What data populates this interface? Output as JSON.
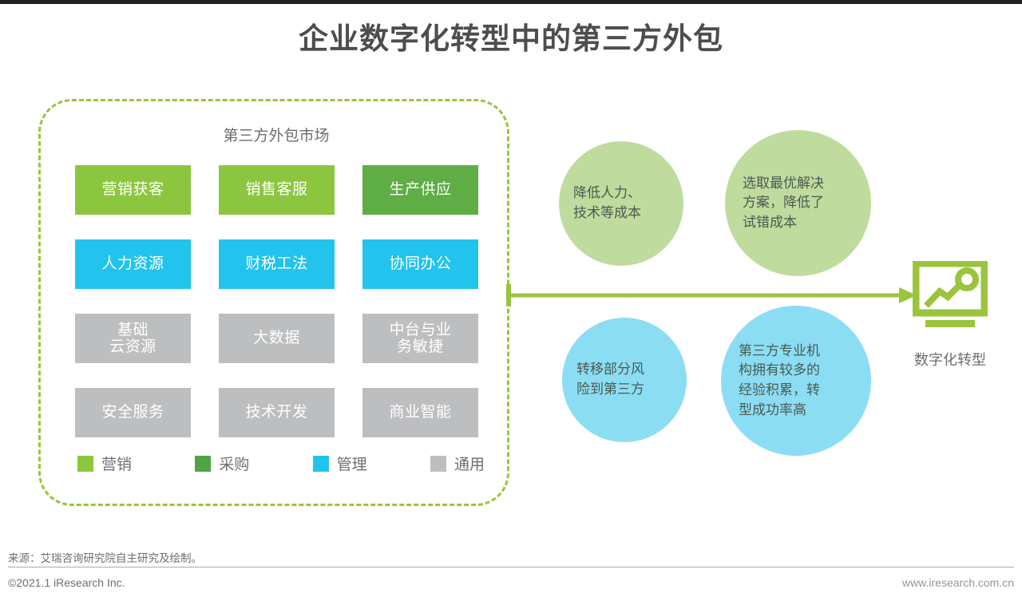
{
  "title": "企业数字化转型中的第三方外包",
  "panel": {
    "heading": "第三方外包市场",
    "categories": [
      {
        "label": "营销获客",
        "type": "marketing"
      },
      {
        "label": "销售客服",
        "type": "marketing"
      },
      {
        "label": "生产供应",
        "type": "procurement"
      },
      {
        "label": "人力资源",
        "type": "management"
      },
      {
        "label": "财税工法",
        "type": "management"
      },
      {
        "label": "协同办公",
        "type": "management"
      },
      {
        "label": "基础\n云资源",
        "type": "general"
      },
      {
        "label": "大数据",
        "type": "general"
      },
      {
        "label": "中台与业\n务敏捷",
        "type": "general"
      },
      {
        "label": "安全服务",
        "type": "general"
      },
      {
        "label": "技术开发",
        "type": "general"
      },
      {
        "label": "商业智能",
        "type": "general"
      }
    ],
    "legend": [
      {
        "label": "营销",
        "type": "marketing",
        "color": "#8cc63f"
      },
      {
        "label": "采购",
        "type": "procurement",
        "color": "#4fa346"
      },
      {
        "label": "管理",
        "type": "management",
        "color": "#22c3ed"
      },
      {
        "label": "通用",
        "type": "general",
        "color": "#bcbec0"
      }
    ]
  },
  "benefits": [
    {
      "id": "cost",
      "text": "降低人力、\n技术等成本",
      "color": "#bfdb9d"
    },
    {
      "id": "solution",
      "text": "选取最优解决\n方案，降低了\n试错成本",
      "color": "#bfdb9d"
    },
    {
      "id": "risk",
      "text": "转移部分风\n险到第三方",
      "color": "#8bddf3"
    },
    {
      "id": "experience",
      "text": "第三方专业机\n构拥有较多的\n经验积累，转\n型成功率高",
      "color": "#8bddf3"
    }
  ],
  "outcome": {
    "label": "数字化转型",
    "icon": "monitor-growth-chart-icon",
    "color": "#9ac43c"
  },
  "footer": {
    "source": "来源：艾瑞咨询研究院自主研究及绘制。",
    "copyright": "©2021.1 iResearch Inc.",
    "website": "www.iresearch.com.cn"
  },
  "colors": {
    "accent_green": "#9ac43c",
    "marketing": "#8cc63f",
    "procurement": "#5ead45",
    "management": "#22c3ed",
    "general": "#bcbec0",
    "circle_green": "#bfdb9d",
    "circle_blue": "#8bddf3",
    "title_gray": "#4d4d4f"
  }
}
